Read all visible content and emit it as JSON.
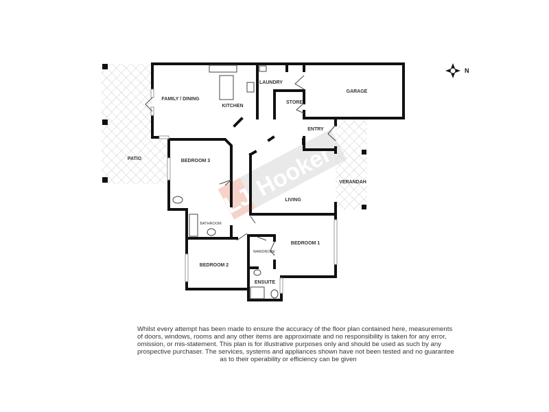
{
  "logo_watermark": "LJ Hooker",
  "compass_label": "N",
  "rooms": {
    "family_dining": "FAMILY / DINING",
    "kitchen": "KITCHEN",
    "laundry": "LAUNDRY",
    "store": "STORE",
    "garage": "GARAGE",
    "entry": "ENTRY",
    "patio": "PATIO",
    "bedroom3": "BEDROOM 3",
    "living": "LIVING",
    "verandah": "VERANDAH",
    "bathroom": "BATHROOM",
    "wardrobe": "WARDROBE",
    "bedroom1": "BEDROOM 1",
    "bedroom2": "BEDROOM 2",
    "ensuite": "ENSUITE"
  },
  "disclaimer": [
    "Whilst every attempt has been made to ensure the accuracy of the floor plan contained here, measurements",
    "of doors, windows, rooms and any other items are approximate and no responsibility is taken for any error,",
    "omission, or mis-statement. This plan is for illustrative purposes only and should be used as such by any",
    "prospective purchaser. The services, systems and appliances shown have not been tested and no guarantee",
    "as to their operability or efficiency can be given"
  ],
  "colors": {
    "wall": "#111111",
    "watermark_red": "#e8b0b0",
    "watermark_grey": "#d9d9d9"
  }
}
